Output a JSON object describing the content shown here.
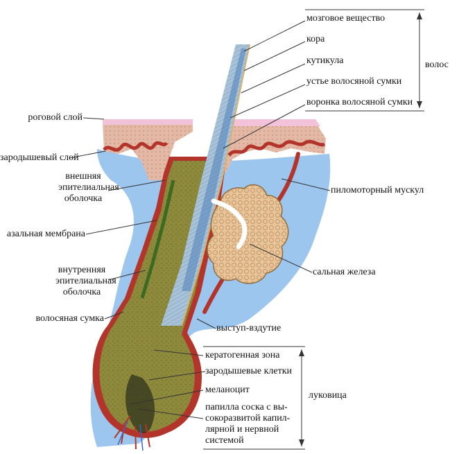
{
  "labels": {
    "medulla": "мозговое вещество",
    "cortex": "кора",
    "cuticle": "кутикула",
    "follicle_mouth": "устье волосяной сумки",
    "follicle_funnel": "воронка волосяной сумки",
    "hair": "волос",
    "horny_layer": "роговой слой",
    "germinal_layer": "зародышевый слой",
    "outer_sheath": [
      "внешняя",
      "эпителиальная",
      "оболочка"
    ],
    "basal_membrane": "азальная мембрана",
    "inner_sheath": [
      "внутренняя",
      "эпителиальная",
      "оболочка"
    ],
    "hair_sac": "волосяная сумка",
    "arrector_muscle": "пиломоторный мускул",
    "sebaceous_gland": "сальная железа",
    "bulge": "выступ-вздутие",
    "keratogenous_zone": "кератогенная зона",
    "germ_cells": "зародышевые клетки",
    "melanocyte": "меланоцит",
    "bulb": "луковица",
    "papilla": [
      "папилла соска с вы-",
      "сокоразвитой капил-",
      "лярной и нервной",
      "системой"
    ]
  },
  "colors": {
    "tissue_blue": "#9cc6ee",
    "skin_pink": "#e3b9a6",
    "skin_top": "#f2c2d8",
    "dermis_red": "#b2342a",
    "sheath_olive": "#8d8a3c",
    "sheath_green": "#3c6a21",
    "hair_shaft": "#a8c3d8",
    "gland_tan": "#e8c49a",
    "line": "#333333"
  }
}
